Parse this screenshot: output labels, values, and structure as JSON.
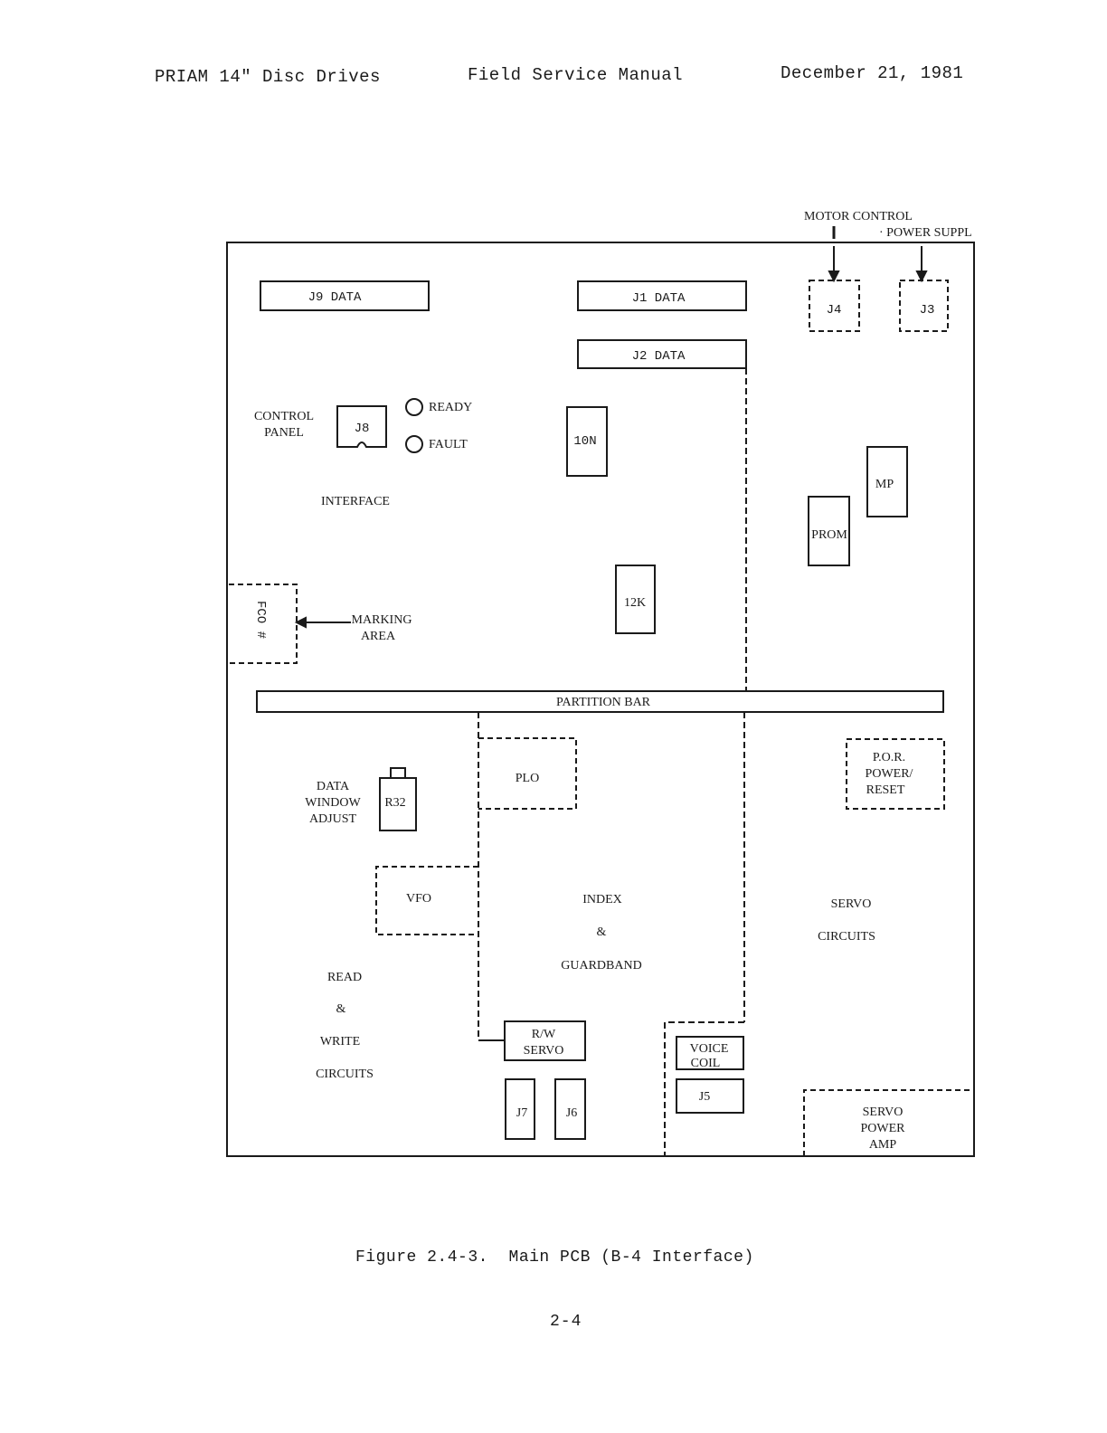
{
  "header": {
    "left": "PRIAM 14\" Disc Drives",
    "center": "Field Service Manual",
    "right": "December 21, 1981"
  },
  "diagram": {
    "motor_control": "MOTOR CONTROL",
    "power_supply": "· POWER SUPPL",
    "j9": "J9 DATA",
    "j1": "J1 DATA",
    "j2": "J2 DATA",
    "j4": "J4",
    "j3": "J3",
    "control_panel": [
      "CONTROL",
      "PANEL"
    ],
    "j8": "J8",
    "ready": "READY",
    "fault": "FAULT",
    "ic_10n": "10N",
    "mp": "MP",
    "prom": "PROM",
    "interface": "INTERFACE",
    "ic_12k": "12K",
    "fco": "FCO #",
    "marking_area": [
      "MARKING",
      "AREA"
    ],
    "partition_bar": "PARTITION BAR",
    "plo": "PLO",
    "por": [
      "P.O.R.",
      "POWER/",
      "RESET"
    ],
    "data_window_adjust": [
      "DATA",
      "WINDOW",
      "ADJUST"
    ],
    "r32": "R32",
    "vfo": "VFO",
    "index_guardband": [
      "INDEX",
      "&",
      "GUARDBAND"
    ],
    "servo_circuits": [
      "SERVO",
      "CIRCUITS"
    ],
    "rw_circuits": [
      "READ",
      "&",
      "WRITE",
      "CIRCUITS"
    ],
    "rw_servo": [
      "R/W",
      "SERVO"
    ],
    "voice_coil": [
      "VOICE",
      "COIL"
    ],
    "j5": "J5",
    "j7": "J7",
    "j6": "J6",
    "servo_power_amp": [
      "SERVO",
      "POWER",
      "AMP"
    ]
  },
  "caption": "Figure 2.4-3.  Main PCB (B-4 Interface)",
  "page_number": "2-4"
}
